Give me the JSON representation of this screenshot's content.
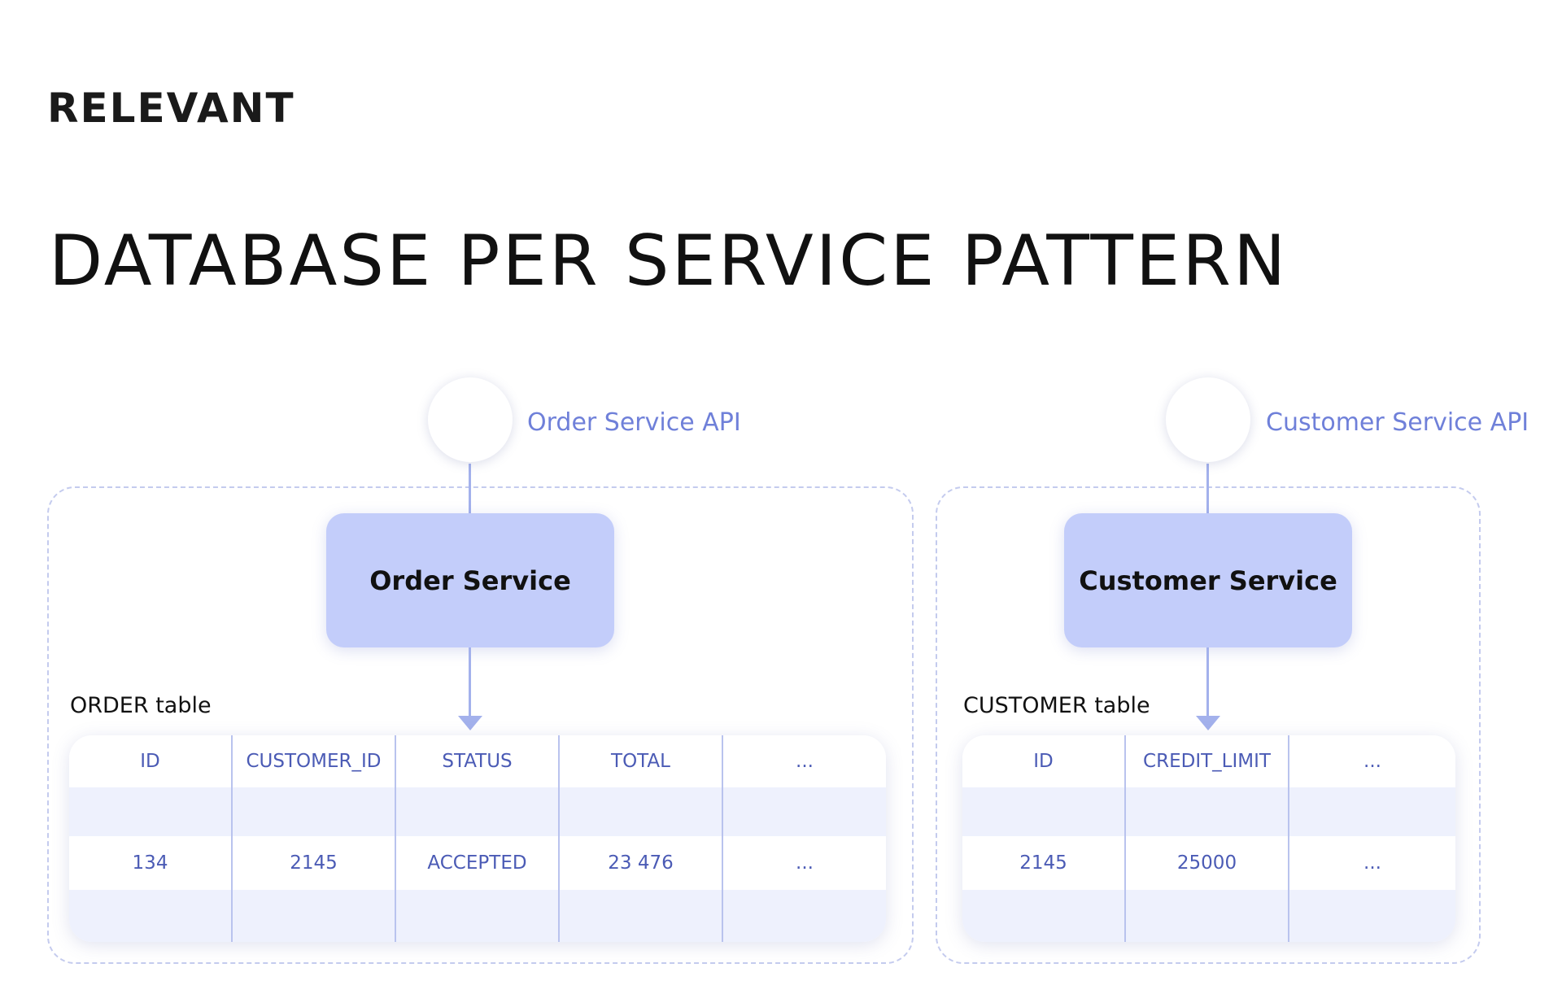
{
  "brand": "RELEVANT",
  "title": "DATABASE PER SERVICE PATTERN",
  "order": {
    "api_label": "Order Service API",
    "service_label": "Order Service",
    "table_caption": "ORDER table",
    "columns": [
      "ID",
      "CUSTOMER_ID",
      "STATUS",
      "TOTAL",
      "..."
    ],
    "row": [
      "134",
      "2145",
      "ACCEPTED",
      "23 476",
      "..."
    ]
  },
  "customer": {
    "api_label": "Customer Service API",
    "service_label": "Customer Service",
    "table_caption": "CUSTOMER table",
    "columns": [
      "ID",
      "CREDIT_LIMIT",
      "..."
    ],
    "row": [
      "2145",
      "25000",
      "..."
    ]
  },
  "colors": {
    "service_box": "#c3cdfa",
    "api_label": "#6f80d9",
    "table_text": "#4b5bb5",
    "row_stripe": "#eef1fd",
    "dashed_border": "#c4cbee"
  }
}
